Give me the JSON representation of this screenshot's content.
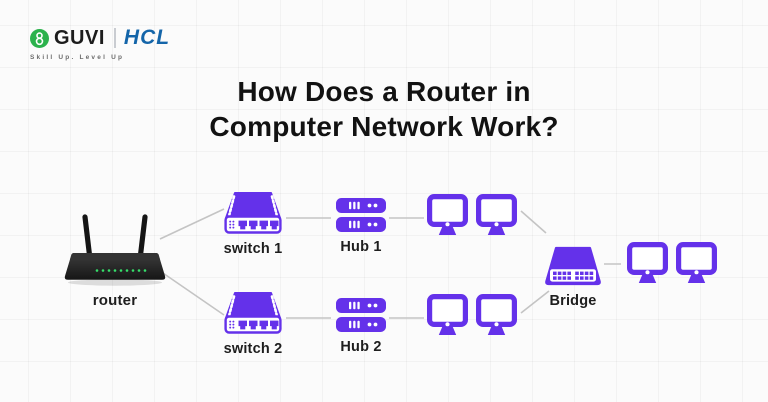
{
  "logo": {
    "brand": "GUVI",
    "partner": "HCL",
    "tagline": "Skill Up. Level Up"
  },
  "title": {
    "line1": "How Does a Router in",
    "line2": "Computer Network Work?"
  },
  "diagram": {
    "accent_color": "#6431EA",
    "connector_color": "#c4c4c4",
    "router_body_color": "#1f1f1f",
    "router_led_color": "#35e06a",
    "nodes": [
      {
        "id": "router",
        "label": "router",
        "icon": "wifi-router"
      },
      {
        "id": "switch-1",
        "label": "switch 1",
        "icon": "network-switch"
      },
      {
        "id": "hub-1",
        "label": "Hub 1",
        "icon": "server-hub"
      },
      {
        "id": "workstations-1",
        "label": "",
        "icon": "monitor",
        "count": 2
      },
      {
        "id": "switch-2",
        "label": "switch 2",
        "icon": "network-switch"
      },
      {
        "id": "hub-2",
        "label": "Hub 2",
        "icon": "server-hub"
      },
      {
        "id": "workstations-2",
        "label": "",
        "icon": "monitor",
        "count": 2
      },
      {
        "id": "bridge",
        "label": "Bridge",
        "icon": "network-bridge"
      },
      {
        "id": "bridge-workstations",
        "label": "",
        "icon": "monitor",
        "count": 2
      }
    ],
    "connections": [
      {
        "from": "router",
        "to": "switch-1"
      },
      {
        "from": "router",
        "to": "switch-2"
      },
      {
        "from": "switch-1",
        "to": "hub-1"
      },
      {
        "from": "hub-1",
        "to": "workstations-1"
      },
      {
        "from": "workstations-1",
        "to": "bridge"
      },
      {
        "from": "switch-2",
        "to": "hub-2"
      },
      {
        "from": "hub-2",
        "to": "workstations-2"
      },
      {
        "from": "workstations-2",
        "to": "bridge"
      },
      {
        "from": "bridge",
        "to": "bridge-workstations"
      }
    ]
  },
  "colors": {
    "background": "#fbfbfb",
    "grid_line": "#f0f0f0",
    "title_text": "#121212",
    "label_text": "#1e1e1e",
    "guvi_green": "#2BB24C",
    "hcl_blue": "#1465A9"
  }
}
